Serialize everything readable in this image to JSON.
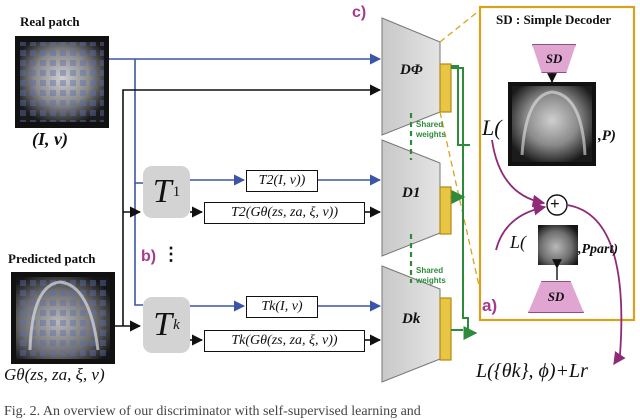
{
  "labels": {
    "real_patch": "Real patch",
    "real_patch_math": "(I, ν)",
    "predicted_patch": "Predicted patch",
    "predicted_patch_math": "Gθ(zs, za, ξ, ν)",
    "section_b": "b)",
    "section_b_dots": "⋮",
    "section_c": "c)",
    "section_a": "a)",
    "shared_weights_1": "Shared weights",
    "shared_weights_2": "Shared weights",
    "caption_fragment": "Fig. 2.  An overview of our discriminator with self-supervised learning and"
  },
  "transforms": {
    "t1": {
      "symbol": "T",
      "sub": "1"
    },
    "tk": {
      "symbol": "T",
      "sub": "k"
    }
  },
  "boxes": {
    "t2_real": "T2(I, ν))",
    "t2_gen": "T2(Gθ(zs, za, ξ, ν))",
    "tk_real": "Tk(I, ν)",
    "tk_gen": "Tk(Gθ(zs, za, ξ, ν))"
  },
  "discriminators": {
    "d_phi": "DΦ",
    "d_1": "D1",
    "d_k": "Dk"
  },
  "decoder_panel": {
    "title": "SD : Simple Decoder",
    "sd_top": "SD",
    "sd_bottom": "SD",
    "loss_full": "L(",
    "loss_full_arg": ",P)",
    "loss_part": "L(",
    "loss_part_arg": ",Ppart)",
    "plus": "+"
  },
  "total_loss": "L({θk}, ϕ)+Lr",
  "colors": {
    "blue_arrow": "#3b56a8",
    "black_arrow": "#111111",
    "green_arrow": "#2e8b3c",
    "purple_arrow": "#8e2a78",
    "gold": "#d8a31a",
    "pink": "#e1a5d2",
    "section_label": "#a63a8c"
  }
}
